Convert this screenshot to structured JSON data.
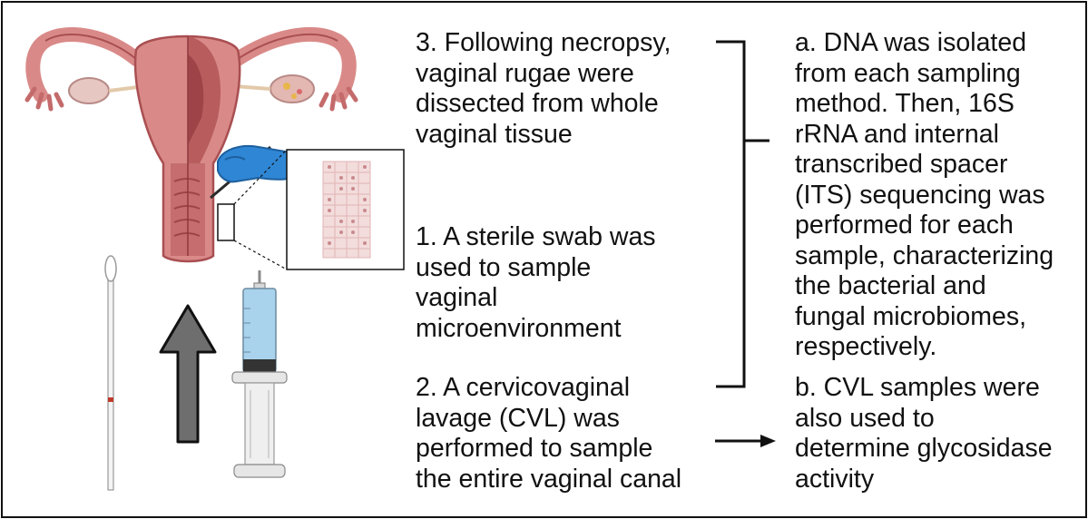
{
  "steps": {
    "step3": "3. Following necropsy,\nvaginal rugae were\ndissected from whole\nvaginal tissue",
    "step1": "1. A sterile swab was\nused to sample\nvaginal\nmicroenvironment",
    "step2": "2. A cervicovaginal\nlavage (CVL) was\nperformed to sample\nthe entire vaginal canal"
  },
  "outcomes": {
    "a": "a. DNA was isolated\nfrom each sampling\nmethod. Then, 16S\nrRNA and internal\ntranscribed spacer\n(ITS) sequencing was\nperformed for each\nsample, characterizing\nthe bacterial and\nfungal microbiomes,\nrespectively.",
    "b": "b. CVL samples were\nalso used to\ndetermine glycosidase\nactivity"
  },
  "colors": {
    "uterus": "#d98a88",
    "uterus_dark": "#a94f52",
    "glove": "#2f86d4",
    "liquid": "#a9d3ec",
    "arrow": "#6e6e6e",
    "text": "#111111"
  },
  "icons": [
    "uterus-illustration",
    "gloved-hand-scalpel-icon",
    "tissue-inset",
    "swab-icon",
    "syringe-icon",
    "up-arrow-icon"
  ]
}
